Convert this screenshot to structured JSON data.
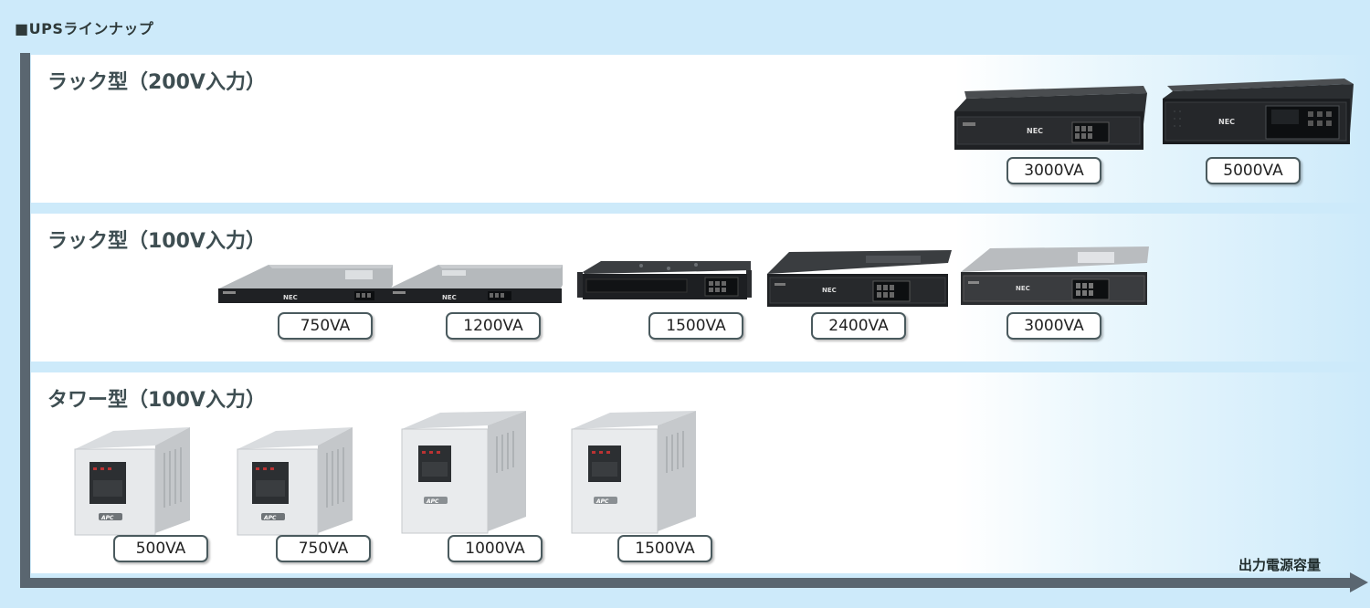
{
  "title": "■UPSラインナップ",
  "axis": {
    "label": "出力電源容量"
  },
  "groups": [
    {
      "title": "ラック型（200V入力）",
      "products": [
        {
          "capacity": "3000VA",
          "style": "rack-dark-2u",
          "brand": "NEC"
        },
        {
          "capacity": "5000VA",
          "style": "rack-dark-3u",
          "brand": "NEC"
        }
      ]
    },
    {
      "title": "ラック型（100V入力）",
      "products": [
        {
          "capacity": "750VA",
          "style": "rack-silver-1u",
          "brand": "NEC"
        },
        {
          "capacity": "1200VA",
          "style": "rack-silver-1u",
          "brand": "NEC"
        },
        {
          "capacity": "1500VA",
          "style": "rack-dark-2u-ears",
          "brand": ""
        },
        {
          "capacity": "2400VA",
          "style": "rack-dark-2u",
          "brand": "NEC"
        },
        {
          "capacity": "3000VA",
          "style": "rack-silver-2u",
          "brand": "NEC"
        }
      ]
    },
    {
      "title": "タワー型（100V入力）",
      "products": [
        {
          "capacity": "500VA",
          "style": "tower-small",
          "brand": "APC"
        },
        {
          "capacity": "750VA",
          "style": "tower-small",
          "brand": "APC"
        },
        {
          "capacity": "1000VA",
          "style": "tower-tall",
          "brand": "APC"
        },
        {
          "capacity": "1500VA",
          "style": "tower-tall",
          "brand": "APC"
        }
      ]
    }
  ]
}
